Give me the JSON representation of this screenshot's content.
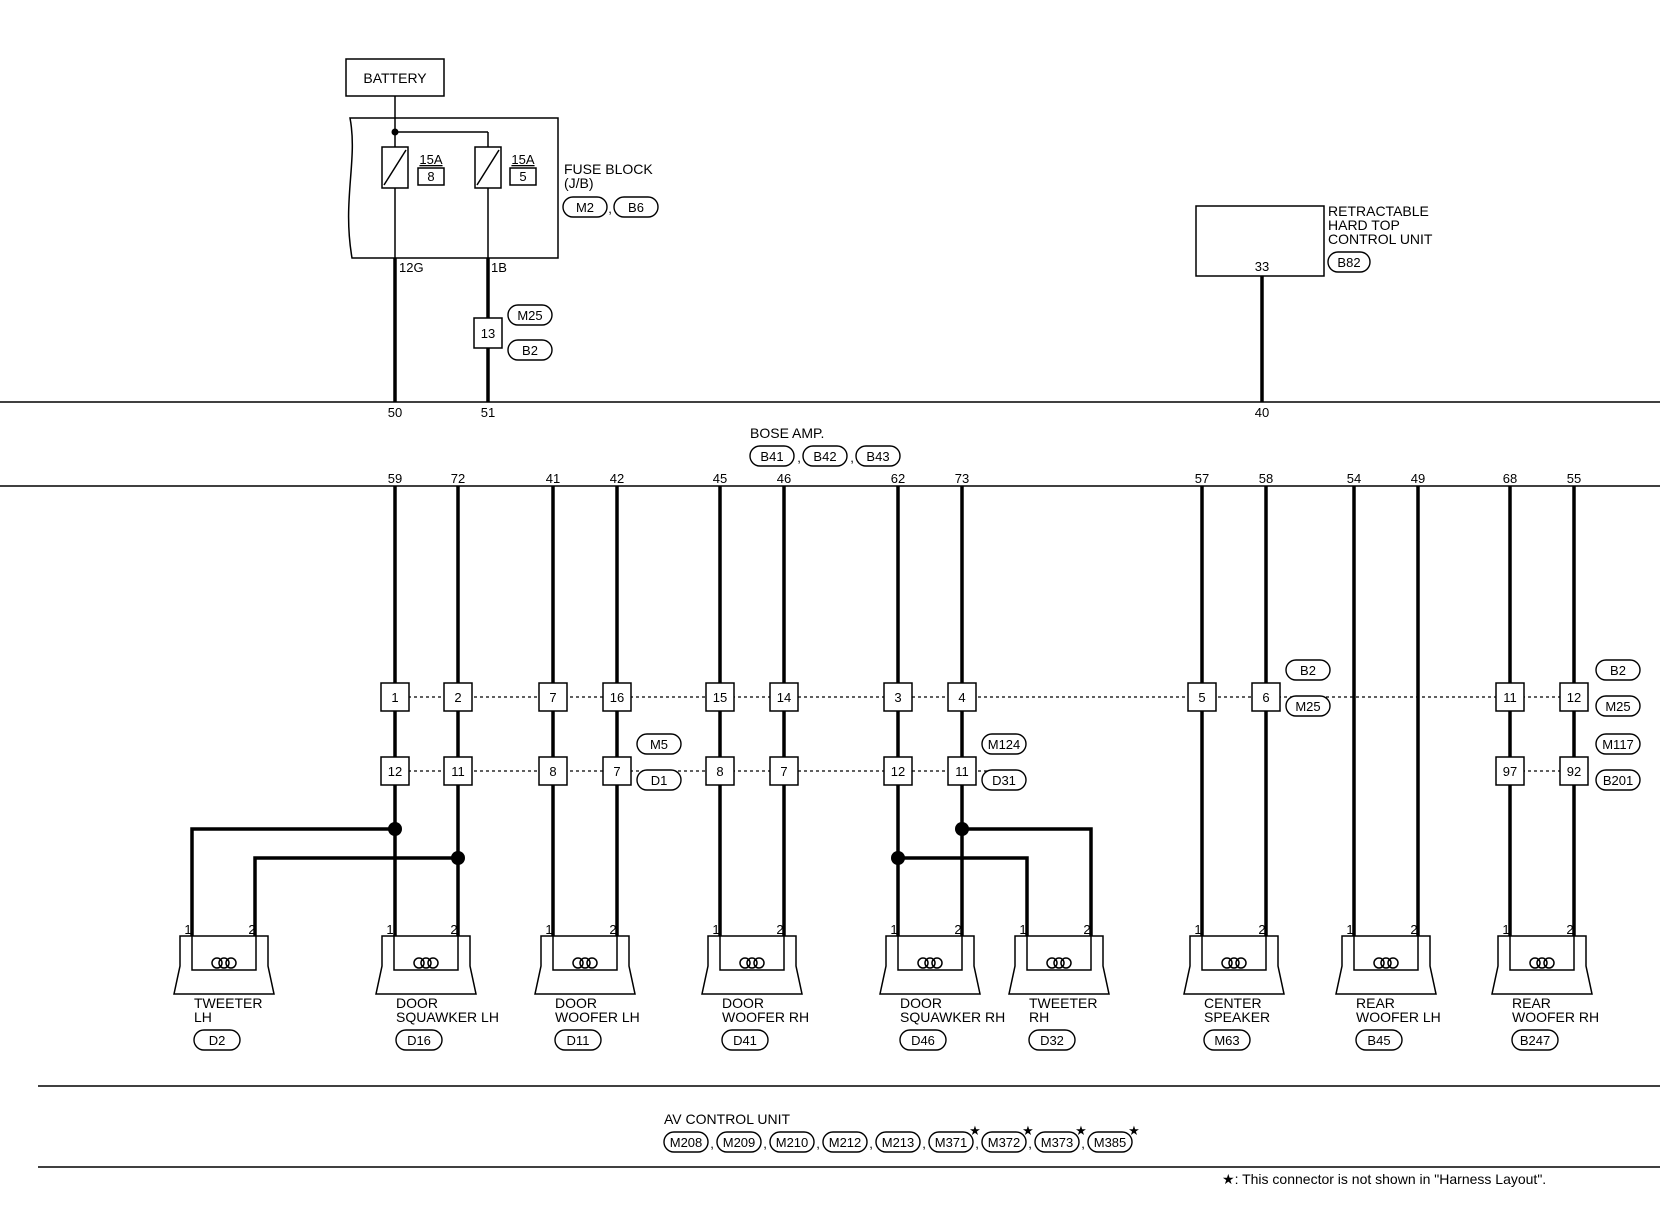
{
  "battery": {
    "label": "BATTERY"
  },
  "fuse_block": {
    "label_lines": [
      "FUSE BLOCK",
      "(J/B)"
    ],
    "connectors": [
      "M2",
      "B6"
    ],
    "fuses": [
      {
        "rating": "15A",
        "number": "8",
        "wire": "12G"
      },
      {
        "rating": "15A",
        "number": "5",
        "wire": "1B"
      }
    ]
  },
  "joint_13": {
    "pin": "13",
    "connectors": [
      "M25",
      "B2"
    ]
  },
  "retractable_unit": {
    "label_lines": [
      "RETRACTABLE",
      "HARD TOP",
      "CONTROL UNIT"
    ],
    "connector": "B82",
    "pin": "33"
  },
  "bose_amp": {
    "label": "BOSE AMP.",
    "connectors": [
      "B41",
      "B42",
      "B43"
    ],
    "top_pins": [
      "50",
      "51",
      "40"
    ],
    "bottom_pins": [
      "59",
      "72",
      "41",
      "42",
      "45",
      "46",
      "62",
      "73",
      "57",
      "58",
      "54",
      "49",
      "68",
      "55"
    ]
  },
  "joints_row1": [
    "1",
    "2",
    "7",
    "16",
    "15",
    "14",
    "3",
    "4",
    "5",
    "6",
    "11",
    "12"
  ],
  "joints_row2": [
    "12",
    "11",
    "8",
    "7",
    "8",
    "7",
    "12",
    "11",
    "97",
    "92"
  ],
  "joint_connectors": [
    [
      "B2",
      "M25"
    ],
    [
      "M5",
      "D1"
    ],
    [
      "M124",
      "D31"
    ],
    [
      "B2",
      "M25"
    ],
    [
      "M117",
      "B201"
    ]
  ],
  "speakers": [
    {
      "lines": [
        "TWEETER",
        "LH"
      ],
      "connector": "D2"
    },
    {
      "lines": [
        "DOOR",
        "SQUAWKER LH"
      ],
      "connector": "D16"
    },
    {
      "lines": [
        "DOOR",
        "WOOFER LH"
      ],
      "connector": "D11"
    },
    {
      "lines": [
        "DOOR",
        "WOOFER RH"
      ],
      "connector": "D41"
    },
    {
      "lines": [
        "DOOR",
        "SQUAWKER RH"
      ],
      "connector": "D46"
    },
    {
      "lines": [
        "TWEETER",
        "RH"
      ],
      "connector": "D32"
    },
    {
      "lines": [
        "CENTER",
        "SPEAKER"
      ],
      "connector": "M63"
    },
    {
      "lines": [
        "REAR",
        "WOOFER LH"
      ],
      "connector": "B45"
    },
    {
      "lines": [
        "REAR",
        "WOOFER RH"
      ],
      "connector": "B247"
    }
  ],
  "speaker_pins": [
    "1",
    "2"
  ],
  "av_control": {
    "label": "AV CONTROL UNIT",
    "connectors": [
      {
        "name": "M208",
        "star": false
      },
      {
        "name": "M209",
        "star": false
      },
      {
        "name": "M210",
        "star": false
      },
      {
        "name": "M212",
        "star": false
      },
      {
        "name": "M213",
        "star": false
      },
      {
        "name": "M371",
        "star": true
      },
      {
        "name": "M372",
        "star": true
      },
      {
        "name": "M373",
        "star": true
      },
      {
        "name": "M385",
        "star": true
      }
    ]
  },
  "footnote": {
    "star": "★",
    "text": ": This connector is not shown in \"Harness Layout\"."
  }
}
